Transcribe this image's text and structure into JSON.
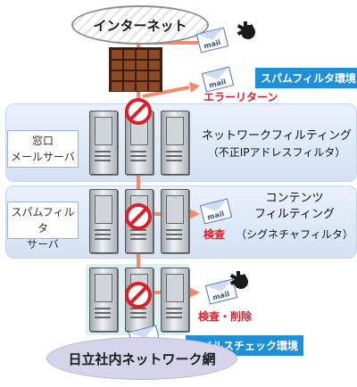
{
  "internet_label": "インターネット",
  "intranet_label": "日立社内ネットワーク網",
  "spam_env_label": "スパムフィルタ環境",
  "virus_env_label": "ウイルスチェック環境",
  "error_return_label": "エラーリターン",
  "side_window": {
    "line1": "窓口",
    "line2": "メールサーバ"
  },
  "side_spam": {
    "line1": "スパムフィルタ",
    "line2": "サーバ"
  },
  "network_filtering": {
    "title": "ネットワークフィルティング",
    "sub": "（不正IPアドレスフィルタ）"
  },
  "content_filtering": {
    "line1": "コンテンツ",
    "line2": "フィルティング",
    "sub": "（シグネチャフィルタ）"
  },
  "inspect_label": "検査",
  "inspect_delete_label": "検査・削除",
  "mail_text": "mail",
  "colors": {
    "flow": "#f28a6d",
    "block": "#d9202b",
    "env_label": "#1f8fd6"
  }
}
